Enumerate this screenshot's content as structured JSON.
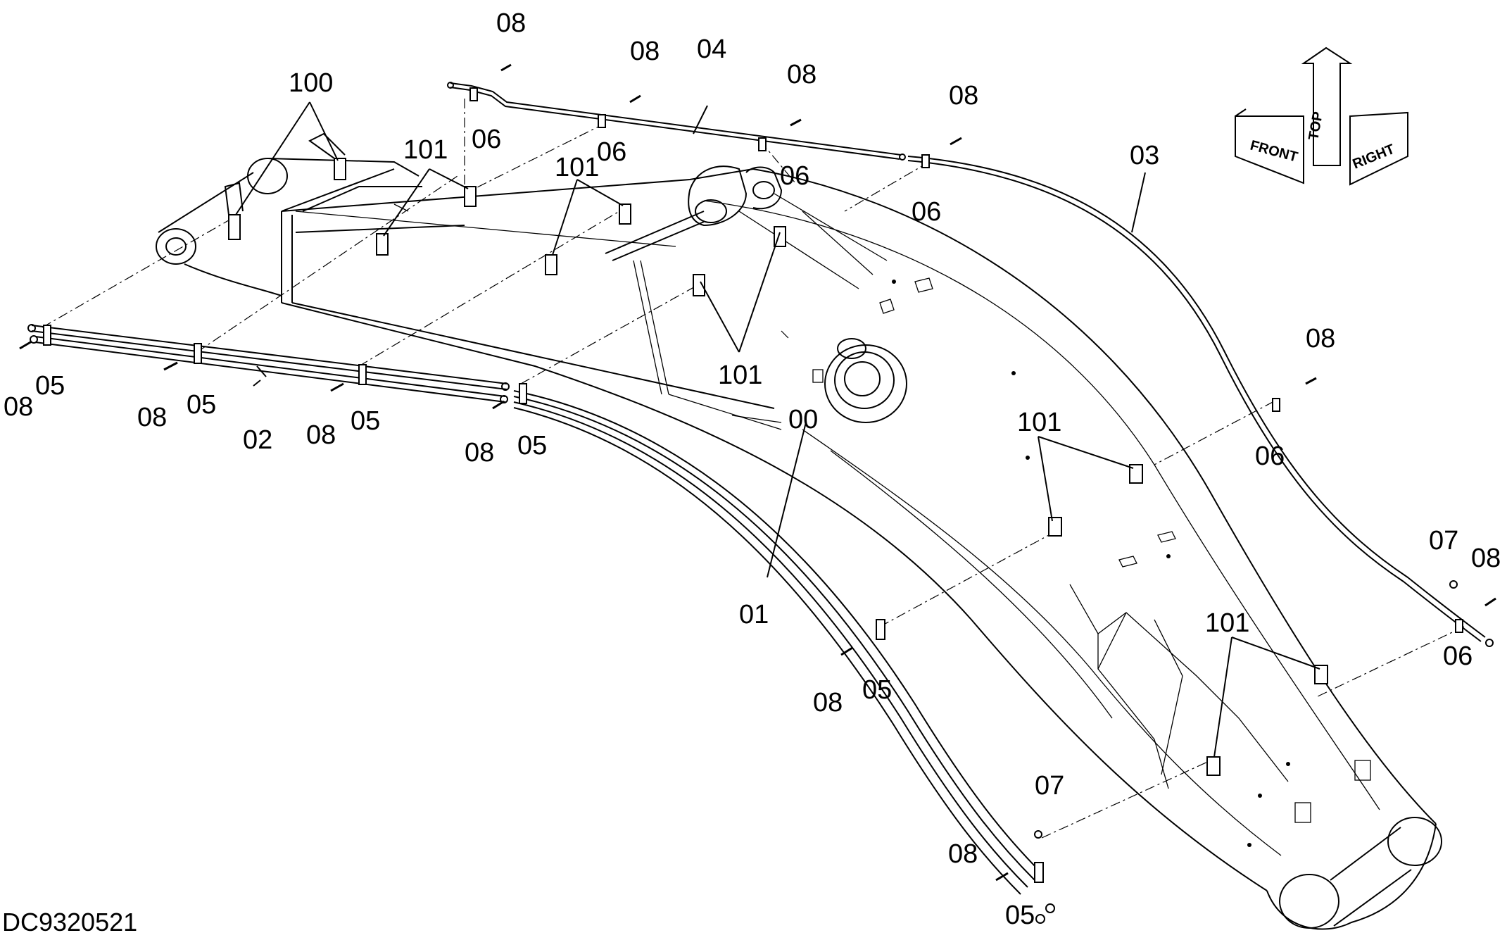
{
  "drawing_number": "DC9320521",
  "orientation_symbol": {
    "front": "FRONT",
    "top": "TOP",
    "right": "RIGHT"
  },
  "callouts": {
    "c_00": "00",
    "c_01": "01",
    "c_02": "02",
    "c_03": "03",
    "c_04": "04",
    "c_05": "05",
    "c_06": "06",
    "c_07": "07",
    "c_08": "08",
    "c_100": "100",
    "c_101": "101"
  }
}
